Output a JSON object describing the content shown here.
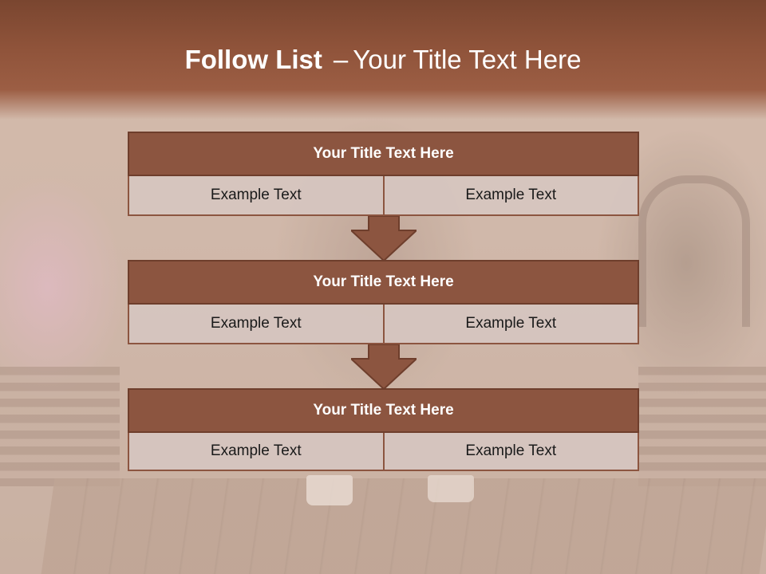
{
  "slide": {
    "title_bold": "Follow List",
    "title_sep": "–",
    "title_rest": "Your Title Text Here"
  },
  "colors": {
    "accent": "#8c5540",
    "accent_dark": "#6e3e2c",
    "band": "#8f533a",
    "cell_bg": "#d6c6c0"
  },
  "blocks": [
    {
      "title": "Your Title Text Here",
      "left": "Example Text",
      "right": "Example Text"
    },
    {
      "title": "Your Title Text Here",
      "left": "Example Text",
      "right": "Example Text"
    },
    {
      "title": "Your Title Text Here",
      "left": "Example Text",
      "right": "Example Text"
    }
  ],
  "icons": [
    "down-arrow-icon",
    "down-arrow-icon"
  ]
}
